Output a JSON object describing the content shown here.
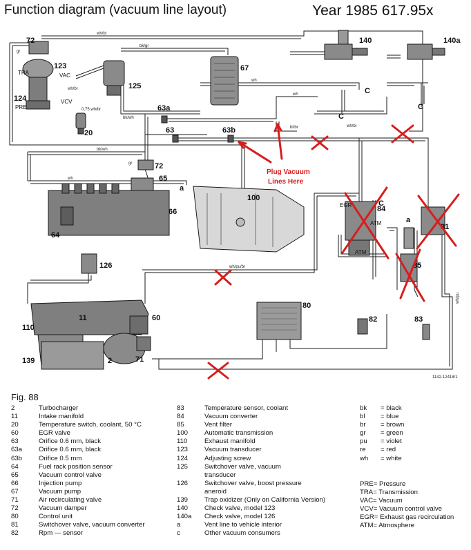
{
  "header": {
    "title": "Function diagram (vacuum line layout)",
    "year": "Year 1985 617.95x"
  },
  "callout": {
    "line1": "Plug Vacuum",
    "line2": "Lines Here"
  },
  "labels": {
    "n72a": "72",
    "n123": "123",
    "tra": "TRA",
    "vac": "VAC",
    "n124": "124",
    "pre": "PRE",
    "vcv": "VCV",
    "n20": "20",
    "n125": "125",
    "n63a": "63a",
    "n63": "63",
    "n63b": "63b",
    "n67": "67",
    "n140": "140",
    "n140a": "140a",
    "c1": "C",
    "c2": "C",
    "c3": "C",
    "n72b": "72",
    "n65": "65",
    "a1": "a",
    "n66": "66",
    "n64": "64",
    "n100": "100",
    "egr": "EGR",
    "n84": "84",
    "atm1": "ATM",
    "atm2": "ATM",
    "c4": "C",
    "a2": "a",
    "n81": "81",
    "n85": "85",
    "n126": "126",
    "n80": "80",
    "n82": "82",
    "n83": "83",
    "n11": "11",
    "n110": "110",
    "n60": "60",
    "n139": "139",
    "n2": "2",
    "n71": "71",
    "code": "1142-12418/1"
  },
  "wire_labels": {
    "wh_bl": "wh/bl",
    "gr": "gr",
    "bk_gr": "bk/gr",
    "wh1": "wh",
    "wh_br_top": "wh/br",
    "orifice_note": "0,75 wh/br",
    "bk_wh_short": "bk/wh",
    "bk_wh": "bk/wh",
    "gr2": "gr",
    "wh2": "wh",
    "wh3": "wh",
    "wh_bl2": "wh/bl",
    "bl_br": "bl/br",
    "wh_pu_br": "wh/pu/br",
    "wh_pu": "wh/pu"
  },
  "fig_label": "Fig. 88",
  "legend_col1": [
    {
      "num": "2",
      "text": "Turbocharger"
    },
    {
      "num": "11",
      "text": "Intake manifold"
    },
    {
      "num": "20",
      "text": "Temperature switch, coolant, 50 °C"
    },
    {
      "num": "60",
      "text": "EGR valve"
    },
    {
      "num": "63",
      "text": "Orifice 0.6 mm, black"
    },
    {
      "num": "63a",
      "text": "Orifice 0.6 mm, black"
    },
    {
      "num": "63b",
      "text": "Orifice 0.5 mm"
    },
    {
      "num": "64",
      "text": "Fuel rack position sensor"
    },
    {
      "num": "65",
      "text": "Vacuum control valve"
    },
    {
      "num": "66",
      "text": "Injection pump"
    },
    {
      "num": "67",
      "text": "Vacuum pump"
    },
    {
      "num": "71",
      "text": "Air recirculating valve"
    },
    {
      "num": "72",
      "text": "Vacuum damper"
    },
    {
      "num": "80",
      "text": "Control unit"
    },
    {
      "num": "81",
      "text": "Switchover valve, vacuum converter"
    },
    {
      "num": "82",
      "text": "Rpm — sensor"
    }
  ],
  "legend_col2": [
    {
      "num": "83",
      "text": "Temperature sensor, coolant"
    },
    {
      "num": "84",
      "text": "Vacuum converter"
    },
    {
      "num": "85",
      "text": "Vent filter"
    },
    {
      "num": "100",
      "text": "Automatic transmission"
    },
    {
      "num": "110",
      "text": "Exhaust manifold"
    },
    {
      "num": "123",
      "text": "Vacuum transducer"
    },
    {
      "num": "124",
      "text": "Adjusting screw"
    },
    {
      "num": "125",
      "text": "Switchover valve, vacuum"
    },
    {
      "num": "",
      "text": "transducer"
    },
    {
      "num": "126",
      "text": "Switchover valve, boost pressure"
    },
    {
      "num": "",
      "text": "aneroid"
    },
    {
      "num": "139",
      "text": "Trap oxidizer (Only on California Version)"
    },
    {
      "num": "140",
      "text": "Check valve, model 123"
    },
    {
      "num": "140a",
      "text": "Check valve, model 126"
    },
    {
      "num": "a",
      "text": "Vent line to vehicle interior"
    },
    {
      "num": "c",
      "text": "Other vacuum consumers"
    }
  ],
  "colors": [
    {
      "abbr": "bk",
      "text": "= black"
    },
    {
      "abbr": "bl",
      "text": "= blue"
    },
    {
      "abbr": "br",
      "text": "= brown"
    },
    {
      "abbr": "gr",
      "text": "= green"
    },
    {
      "abbr": "pu",
      "text": "= violet"
    },
    {
      "abbr": "re",
      "text": "= red"
    },
    {
      "abbr": "wh",
      "text": "= white"
    }
  ],
  "abbreviations": [
    {
      "abbr": "PRE",
      "text": "= Pressure"
    },
    {
      "abbr": "TRA",
      "text": "= Transmission"
    },
    {
      "abbr": "VAC",
      "text": "= Vacuum"
    },
    {
      "abbr": "VCV",
      "text": "= Vacuum control valve"
    },
    {
      "abbr": "EGR",
      "text": "= Exhaust gas recirculation"
    },
    {
      "abbr": "ATM",
      "text": "= Atmosphere"
    }
  ],
  "style": {
    "line_color": "#1a1a1a",
    "component_fill": "#8a8a8a",
    "markup_red": "#d61e1e"
  }
}
